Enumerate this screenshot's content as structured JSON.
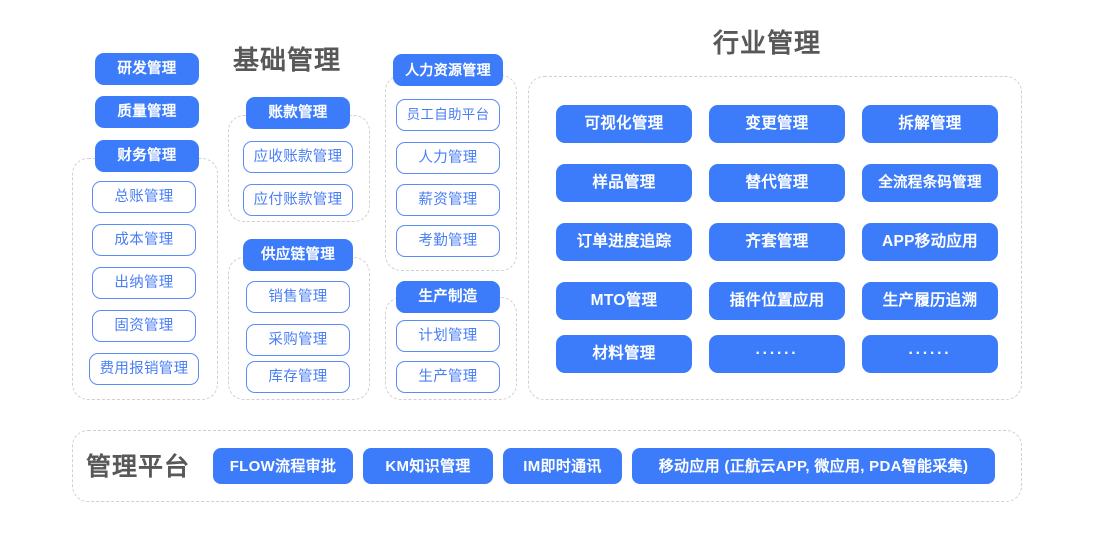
{
  "theme": {
    "accent_blue": "#3c7cfa",
    "outline_blue": "#5b8df8",
    "outline_text": "#4a7ef5",
    "dashed_border": "#cfd0d2",
    "title_gray": "#585858",
    "background": "#ffffff"
  },
  "columns": [
    {
      "id": "col-1",
      "title": "",
      "headers": [
        {
          "label": "研发管理"
        },
        {
          "label": "质量管理"
        },
        {
          "label": "财务管理"
        }
      ],
      "items": [
        {
          "label": "总账管理"
        },
        {
          "label": "成本管理"
        },
        {
          "label": "出纳管理"
        },
        {
          "label": "固资管理"
        },
        {
          "label": "费用报销管理"
        }
      ]
    },
    {
      "id": "col-2",
      "title": "基础管理",
      "groups": [
        {
          "header": "账款管理",
          "items": [
            {
              "label": "应收账款管理"
            },
            {
              "label": "应付账款管理"
            }
          ]
        },
        {
          "header": "供应链管理",
          "items": [
            {
              "label": "销售管理"
            },
            {
              "label": "采购管理"
            },
            {
              "label": "库存管理"
            }
          ]
        }
      ]
    },
    {
      "id": "col-3",
      "title": "",
      "groups": [
        {
          "header": "人力资源管理",
          "items": [
            {
              "label": "员工自助平台"
            },
            {
              "label": "人力管理"
            },
            {
              "label": "薪资管理"
            },
            {
              "label": "考勤管理"
            }
          ]
        },
        {
          "header": "生产制造",
          "items": [
            {
              "label": "计划管理"
            },
            {
              "label": "生产管理"
            }
          ]
        }
      ]
    }
  ],
  "industry": {
    "title": "行业管理",
    "rows": [
      [
        {
          "label": "可视化管理"
        },
        {
          "label": "变更管理"
        },
        {
          "label": "拆解管理"
        }
      ],
      [
        {
          "label": "样品管理"
        },
        {
          "label": "替代管理"
        },
        {
          "label": "全流程条码管理"
        }
      ],
      [
        {
          "label": "订单进度追踪"
        },
        {
          "label": "齐套管理"
        },
        {
          "label": "APP移动应用"
        }
      ],
      [
        {
          "label": "MTO管理"
        },
        {
          "label": "插件位置应用"
        },
        {
          "label": "生产履历追溯"
        }
      ],
      [
        {
          "label": "材料管理"
        },
        {
          "label": "······"
        },
        {
          "label": "······"
        }
      ]
    ]
  },
  "platform": {
    "label": "管理平台",
    "items": [
      {
        "label": "FLOW流程审批"
      },
      {
        "label": "KM知识管理"
      },
      {
        "label": "IM即时通讯"
      },
      {
        "label": "移动应用 (正航云APP, 微应用, PDA智能采集)"
      }
    ]
  }
}
